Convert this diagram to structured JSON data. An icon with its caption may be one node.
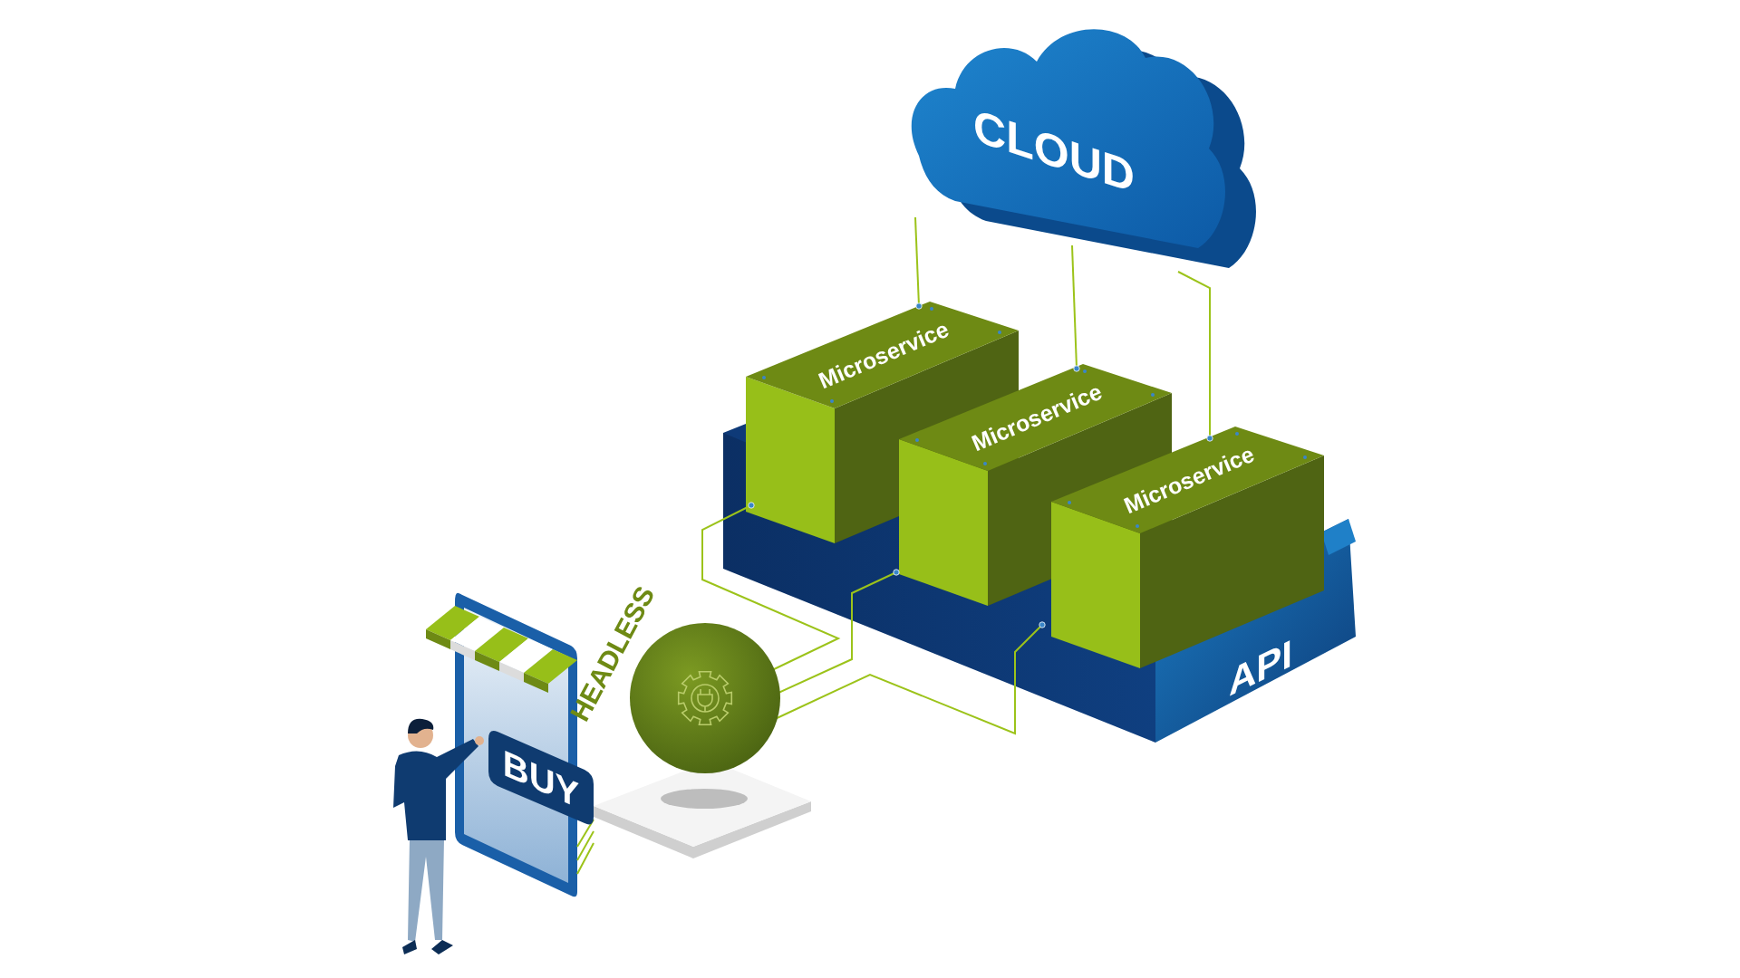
{
  "diagram": {
    "nodes": [
      {
        "text": [
          "CLOUD"
        ]
      },
      {
        "text": [
          "Microservice"
        ]
      },
      {
        "text": [
          "Microservice"
        ]
      },
      {
        "text": [
          "Microservice"
        ]
      },
      {
        "text": [
          "API"
        ]
      },
      {
        "text": [],
        "shape": "circle",
        "beside": [
          "HEADLESS"
        ]
      },
      {
        "text": [],
        "shape": "box"
      },
      {
        "text": [],
        "shape": "box"
      },
      {
        "text": [
          "BUY"
        ]
      }
    ],
    "edges": [
      {
        "from": 0,
        "to": 1,
        "arrow": "other"
      },
      {
        "from": 0,
        "to": 2,
        "arrow": "other"
      },
      {
        "from": 0,
        "to": 3,
        "arrow": "other"
      },
      {
        "from": 5,
        "to": 4,
        "arrow": "other"
      },
      {
        "from": 5,
        "to": 4,
        "arrow": "other"
      },
      {
        "from": 5,
        "to": 4,
        "arrow": "other"
      },
      {
        "from": 7,
        "to": 6,
        "arrow": "none"
      },
      {
        "from": 7,
        "to": 6,
        "arrow": "none"
      },
      {
        "from": 7,
        "to": 6,
        "arrow": "none"
      }
    ]
  }
}
